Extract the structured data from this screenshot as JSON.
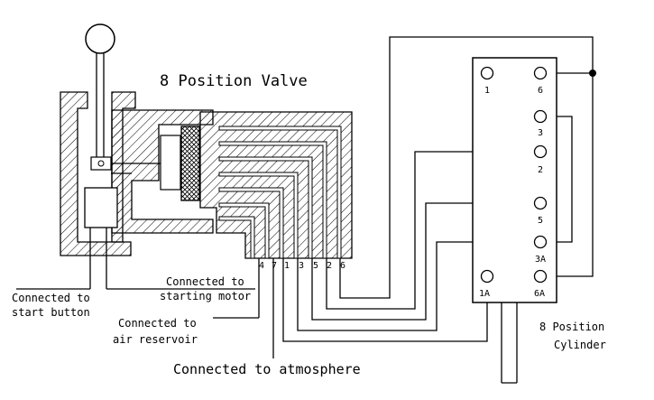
{
  "valve": {
    "title": "8 Position Valve",
    "port_labels": [
      "4",
      "7",
      "1",
      "3",
      "5",
      "2",
      "6"
    ]
  },
  "cylinder": {
    "title_line1": "8 Position",
    "title_line2": "Cylinder",
    "ports": [
      "1",
      "6",
      "3",
      "2",
      "5",
      "3A",
      "1A",
      "6A"
    ]
  },
  "labels": {
    "start_button_line1": "Connected to",
    "start_button_line2": "start button",
    "starting_motor_line1": "Connected to",
    "starting_motor_line2": "starting motor",
    "air_reservoir_line1": "Connected to",
    "air_reservoir_line2": "air reservoir",
    "atmosphere": "Connected to atmosphere"
  }
}
